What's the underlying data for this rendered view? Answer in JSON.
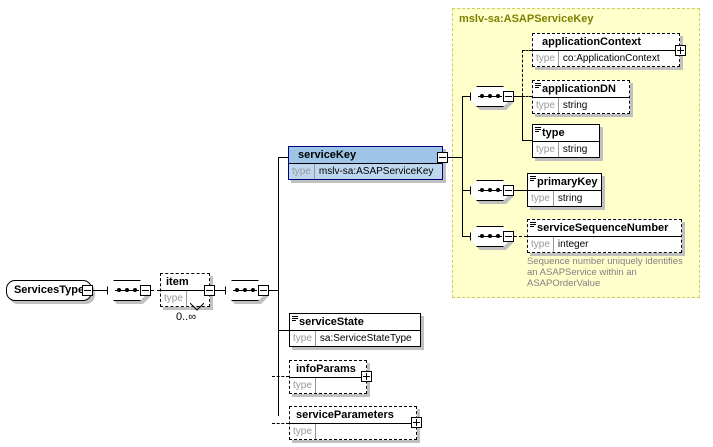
{
  "diagram": {
    "kind": "xml-schema-diagram",
    "title": "ServicesType XSD diagram",
    "colors": {
      "panel_background": "#ffffcc",
      "panel_border": "#cccc66",
      "panel_title_text": "#808000",
      "selected_header": "#9ec5e8",
      "selected_type_row": "#bdd7ee",
      "box_shadow": "#c0c0c0",
      "type_label_text": "#999999",
      "documentation_text": "#808080",
      "line": "#000000"
    }
  },
  "root": {
    "name": "ServicesType",
    "toggle": "minus"
  },
  "compositors": {
    "seq_root": {
      "kind": "sequence",
      "toggle": "minus"
    },
    "seq_item": {
      "kind": "sequence",
      "toggle": "minus"
    },
    "seq_appctx": {
      "kind": "sequence",
      "toggle": "minus"
    },
    "seq_primarykey": {
      "kind": "sequence",
      "toggle": "minus"
    },
    "seq_seqnum": {
      "kind": "sequence",
      "toggle": "minus"
    }
  },
  "item": {
    "name": "item",
    "type_label": "type",
    "type_value": "",
    "occurrence": "0..∞",
    "optional": true,
    "toggle": "minus"
  },
  "type_panel": {
    "title": "mslv-sa:ASAPServiceKey"
  },
  "labels": {
    "type": "type"
  },
  "elements": {
    "serviceKey": {
      "name": "serviceKey",
      "type_label": "type",
      "type_value": "mslv-sa:ASAPServiceKey",
      "optional": false,
      "selected": true,
      "toggle": "minus",
      "has_annotation": false
    },
    "applicationContext": {
      "name": "applicationContext",
      "type_label": "type",
      "type_value": "co:ApplicationContext",
      "optional": true,
      "selected": false,
      "toggle": "plus",
      "has_annotation": false
    },
    "applicationDN": {
      "name": "applicationDN",
      "type_label": "type",
      "type_value": "string",
      "optional": true,
      "selected": false,
      "toggle": null,
      "has_annotation": true
    },
    "type": {
      "name": "type",
      "type_label": "type",
      "type_value": "string",
      "optional": false,
      "selected": false,
      "toggle": null,
      "has_annotation": true
    },
    "primaryKey": {
      "name": "primaryKey",
      "type_label": "type",
      "type_value": "string",
      "optional": false,
      "selected": false,
      "toggle": null,
      "has_annotation": true
    },
    "serviceSequenceNumber": {
      "name": "serviceSequenceNumber",
      "type_label": "type",
      "type_value": "integer",
      "optional": true,
      "selected": false,
      "toggle": null,
      "has_annotation": true,
      "documentation": "Sequence number uniquely identifies\nan ASAPService within an\nASAPOrderValue"
    },
    "serviceState": {
      "name": "serviceState",
      "type_label": "type",
      "type_value": "sa:ServiceStateType",
      "optional": false,
      "selected": false,
      "toggle": null,
      "has_annotation": true
    },
    "infoParams": {
      "name": "infoParams",
      "type_label": "type",
      "type_value": "",
      "optional": true,
      "selected": false,
      "toggle": "plus",
      "has_annotation": false
    },
    "serviceParameters": {
      "name": "serviceParameters",
      "type_label": "type",
      "type_value": "",
      "optional": true,
      "selected": false,
      "toggle": "plus",
      "has_annotation": false
    }
  }
}
